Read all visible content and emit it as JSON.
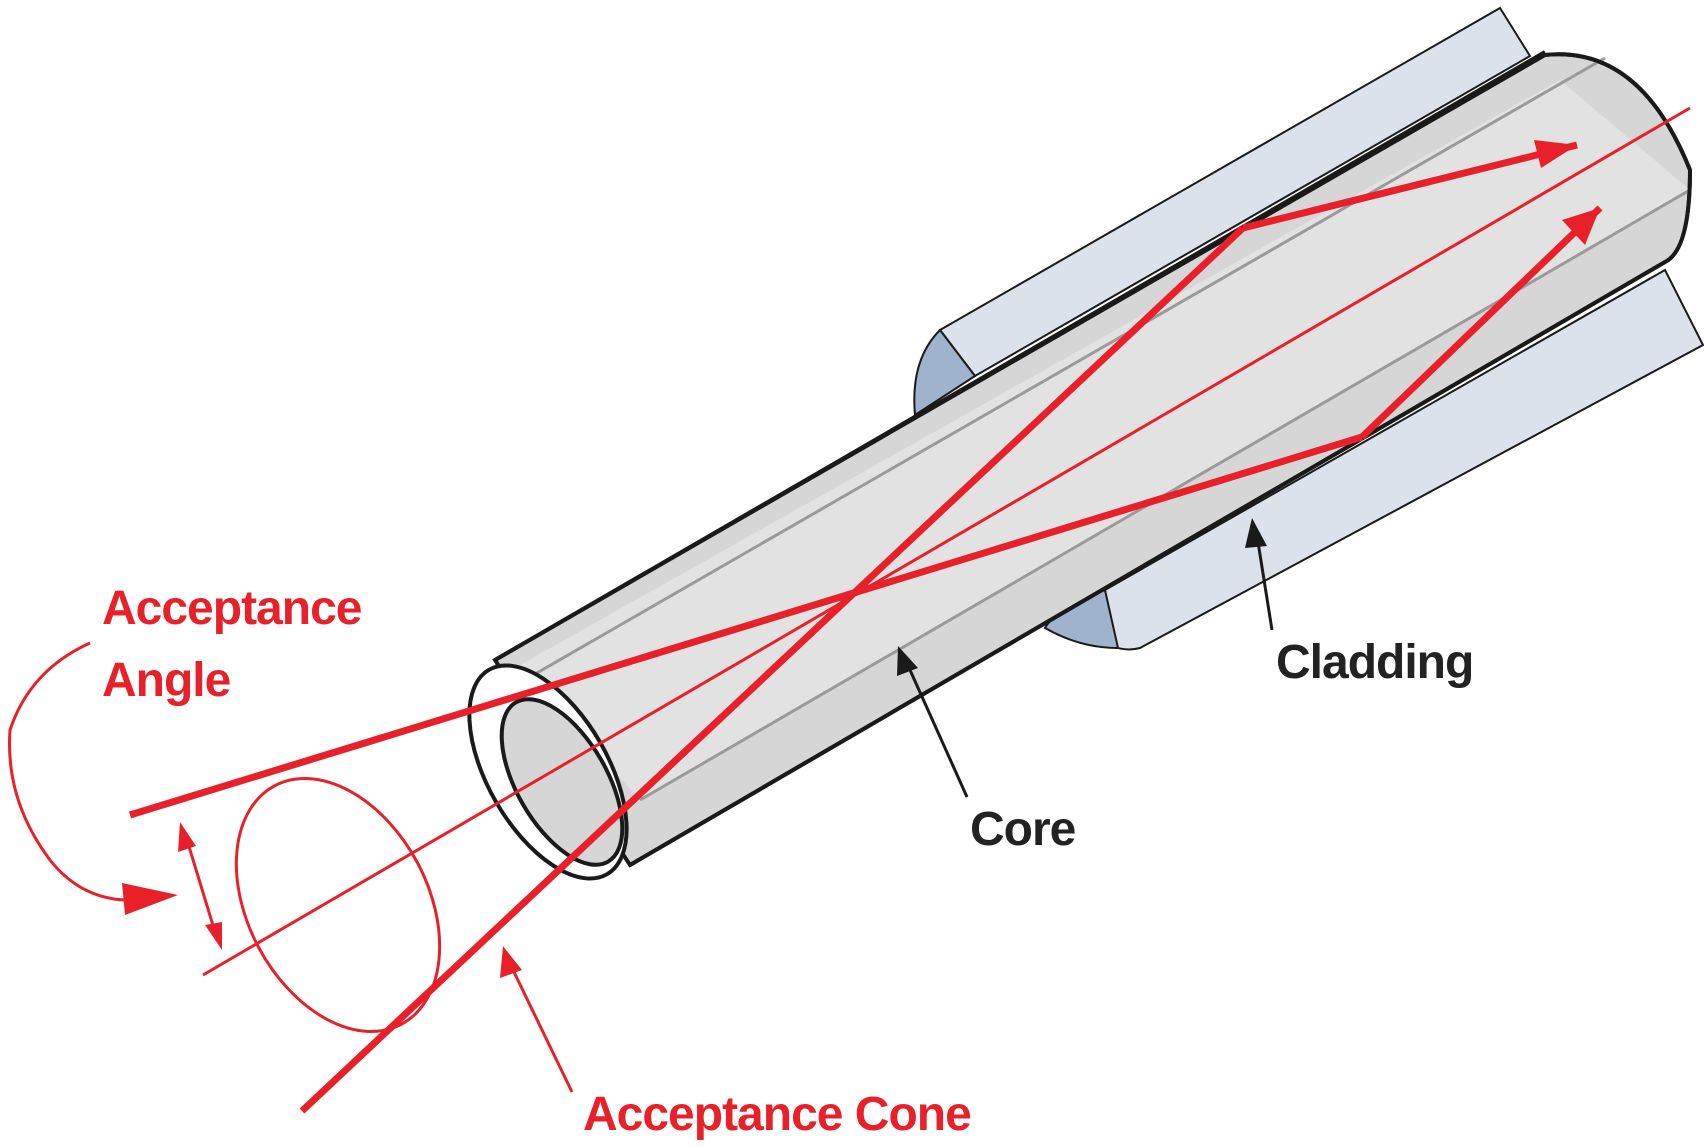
{
  "labels": {
    "acceptance_angle_line1": "Acceptance",
    "acceptance_angle_line2": "Angle",
    "acceptance_cone": "Acceptance Cone",
    "core": "Core",
    "cladding": "Cladding"
  },
  "colors": {
    "ray": "#e8202a",
    "label_red": "#e8202a",
    "label_dark": "#222222",
    "core_fill": "#d6d6d6",
    "core_highlight": "#e6e6e6",
    "cladding_fill": "#dbe2ec",
    "cladding_dark": "#9fb3cc",
    "outline": "#1a1a1a"
  }
}
